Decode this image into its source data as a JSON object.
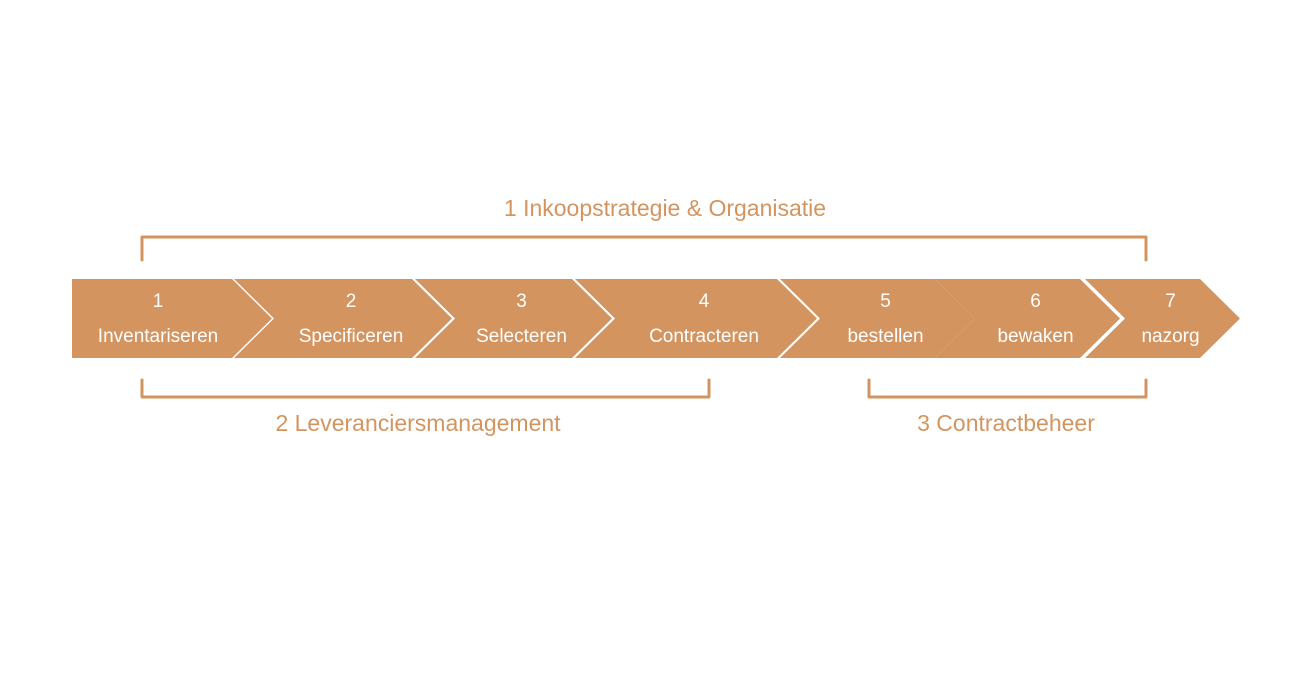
{
  "colors": {
    "accent": "#d4945f",
    "text_on_accent": "#ffffff",
    "background": "#ffffff"
  },
  "steps": [
    {
      "number": "1",
      "label": "Inventariseren"
    },
    {
      "number": "2",
      "label": "Specificeren"
    },
    {
      "number": "3",
      "label": "Selecteren"
    },
    {
      "number": "4",
      "label": "Contracteren"
    },
    {
      "number": "5",
      "label": "bestellen"
    },
    {
      "number": "6",
      "label": "bewaken"
    },
    {
      "number": "7",
      "label": "nazorg"
    }
  ],
  "groups": {
    "top": {
      "label": "1  Inkoopstrategie & Organisatie",
      "spans_steps": [
        1,
        7
      ]
    },
    "bottom_left": {
      "label": "2  Leveranciersmanagement",
      "spans_steps": [
        1,
        4
      ]
    },
    "bottom_right": {
      "label": "3  Contractbeheer",
      "spans_steps": [
        5,
        7
      ]
    }
  }
}
